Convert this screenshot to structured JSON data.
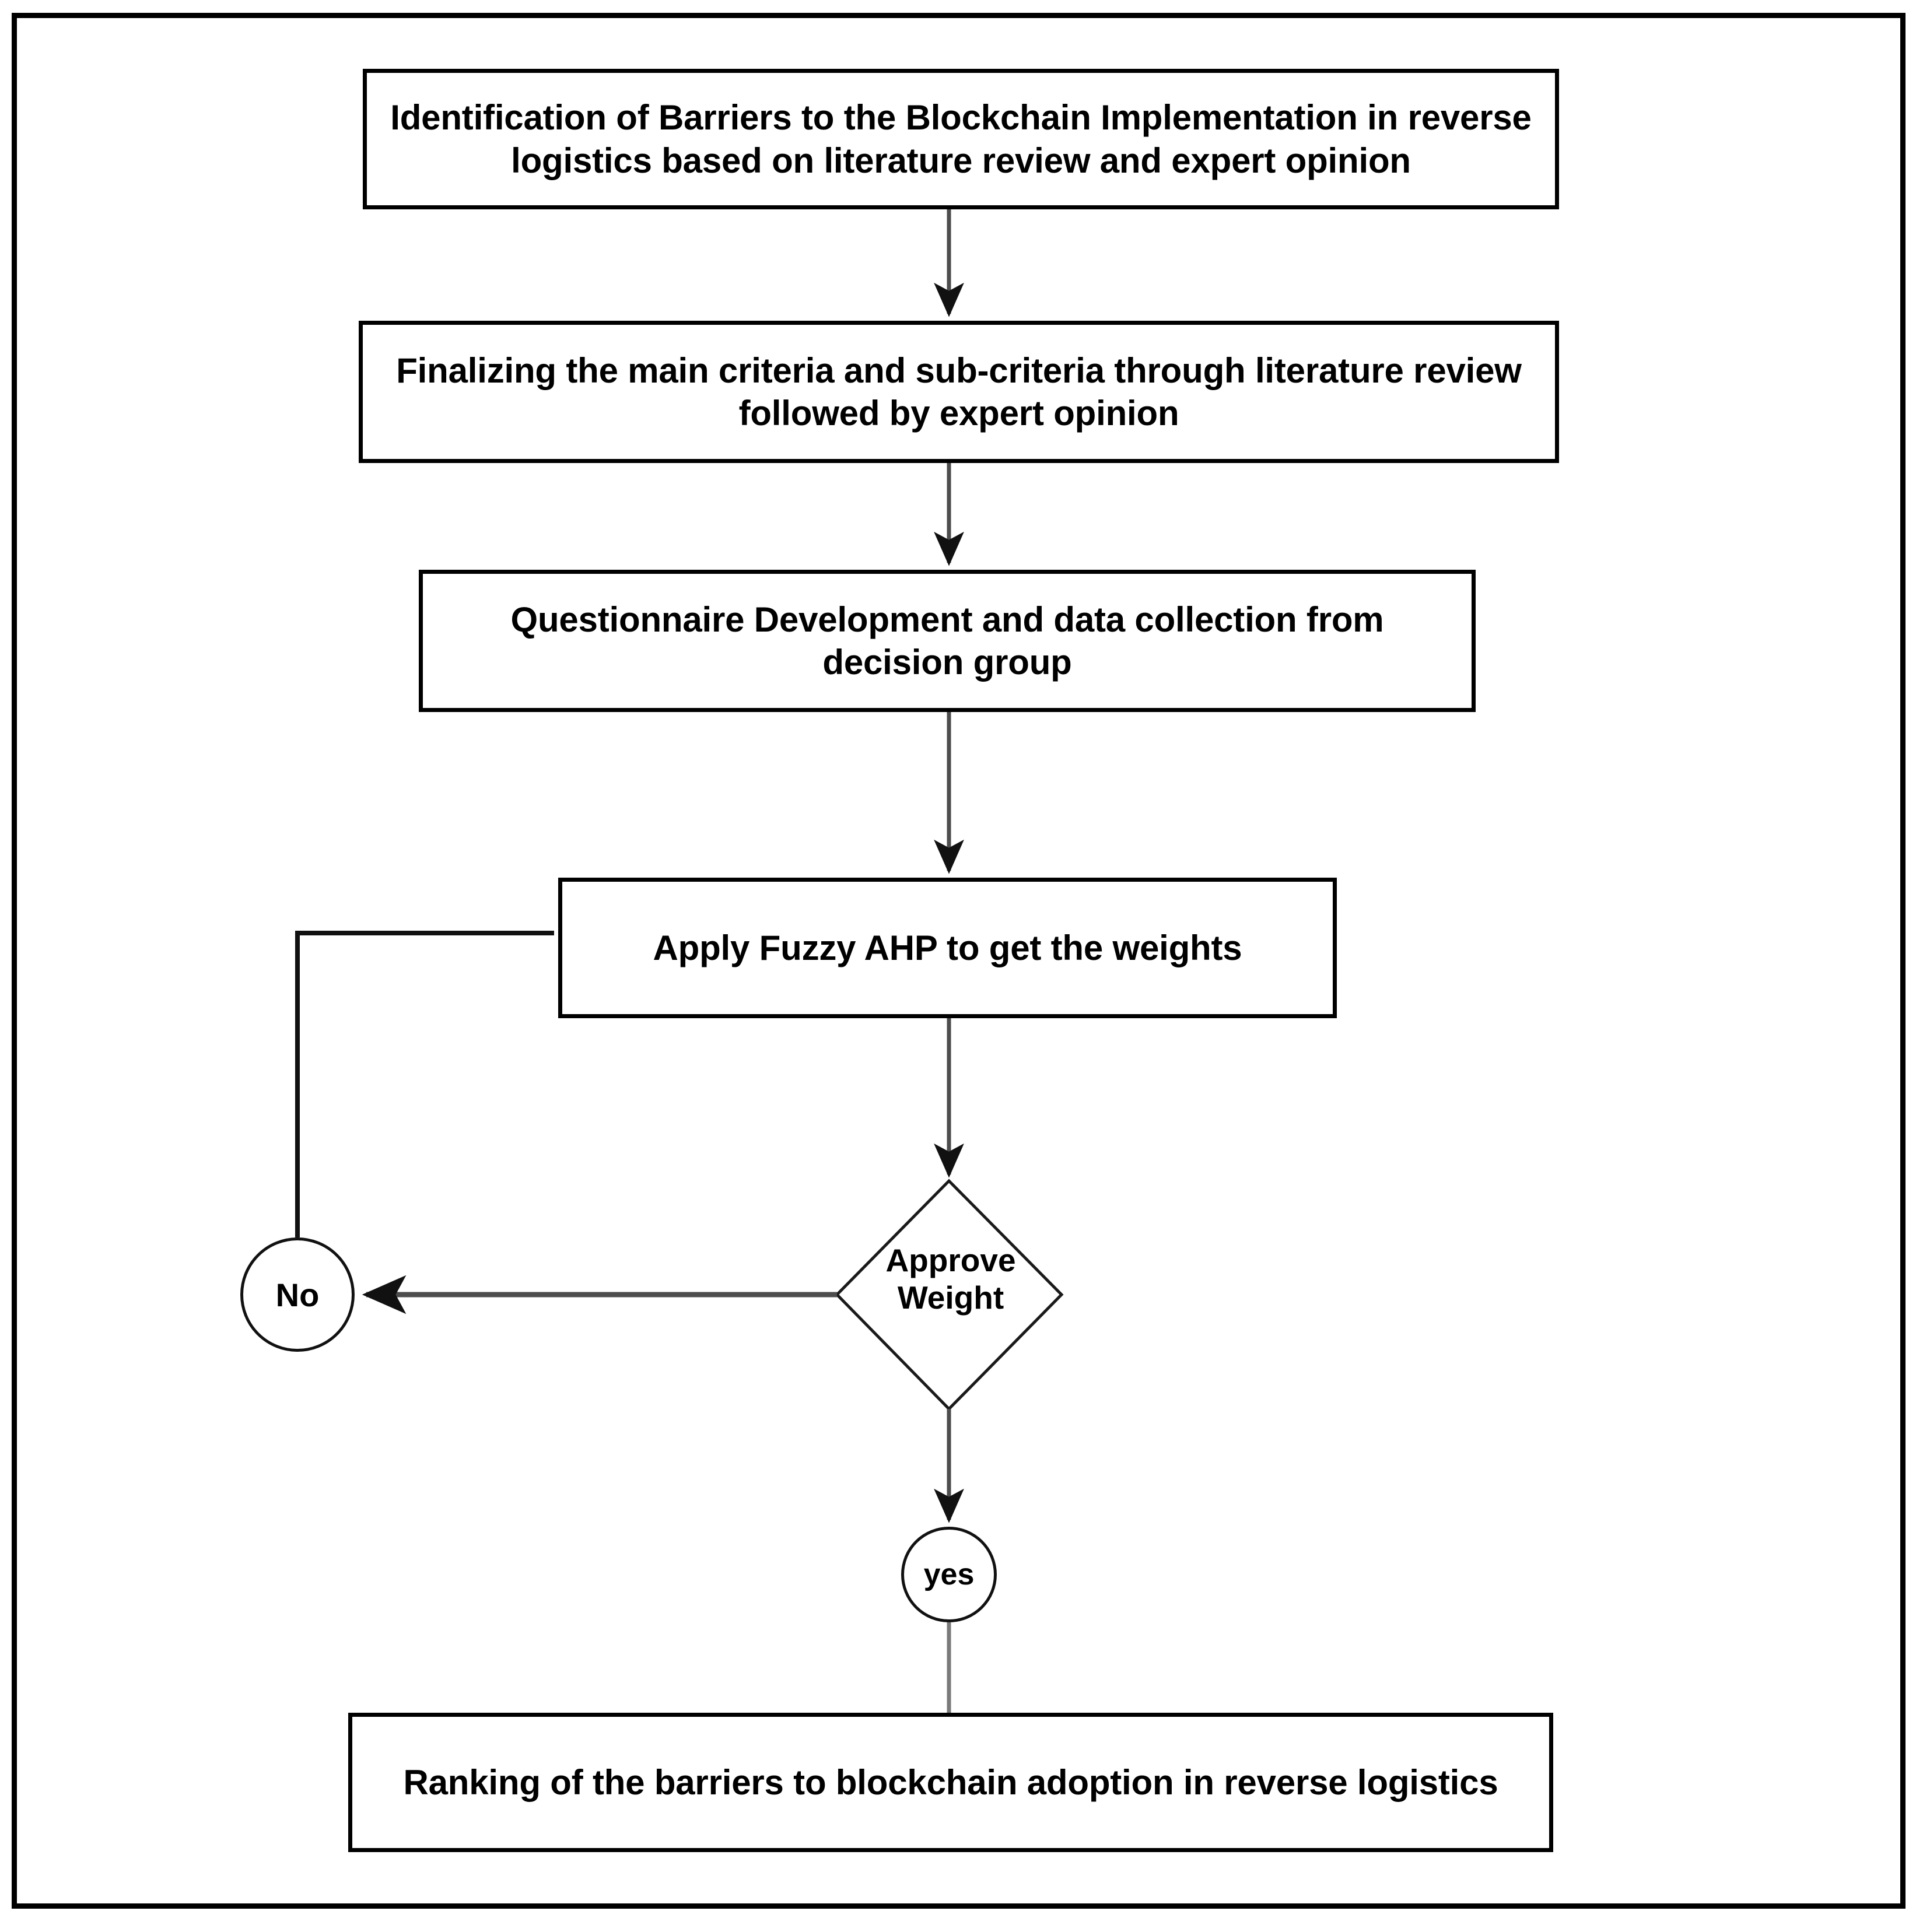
{
  "diagram": {
    "type": "flowchart",
    "title": "Research methodology flowchart for ranking barriers to blockchain implementation in reverse logistics",
    "orientation": "top-to-bottom",
    "nodes": [
      {
        "id": "identification",
        "shape": "rectangle",
        "label": "Identification of Barriers to the Blockchain Implementation in reverse logistics based on literature review and expert opinion"
      },
      {
        "id": "finalizing",
        "shape": "rectangle",
        "label": "Finalizing the main criteria and  sub-criteria through literature review followed by expert opinion"
      },
      {
        "id": "questionnaire",
        "shape": "rectangle",
        "label": "Questionnaire Development and data collection from decision group"
      },
      {
        "id": "fuzzy_ahp",
        "shape": "rectangle",
        "label": "Apply Fuzzy AHP to get the weights"
      },
      {
        "id": "approve_weight",
        "shape": "diamond",
        "label": "Approve\nWeight"
      },
      {
        "id": "no",
        "shape": "circle",
        "label": "No"
      },
      {
        "id": "yes",
        "shape": "circle",
        "label": "yes"
      },
      {
        "id": "ranking",
        "shape": "rectangle",
        "label": "Ranking of the barriers to blockchain adoption in reverse logistics"
      }
    ],
    "edges": [
      {
        "from": "identification",
        "to": "finalizing",
        "label": "",
        "arrow": "down"
      },
      {
        "from": "finalizing",
        "to": "questionnaire",
        "label": "",
        "arrow": "down"
      },
      {
        "from": "questionnaire",
        "to": "fuzzy_ahp",
        "label": "",
        "arrow": "down"
      },
      {
        "from": "fuzzy_ahp",
        "to": "approve_weight",
        "label": "",
        "arrow": "down"
      },
      {
        "from": "approve_weight",
        "to": "no",
        "label": "",
        "arrow": "left"
      },
      {
        "from": "no",
        "to": "fuzzy_ahp",
        "label": "",
        "arrow": "loop-back-up-left"
      },
      {
        "from": "approve_weight",
        "to": "yes",
        "label": "",
        "arrow": "down"
      },
      {
        "from": "yes",
        "to": "ranking",
        "label": "",
        "arrow": "down"
      }
    ],
    "colors": {
      "stroke": "#000000",
      "fill": "#ffffff",
      "text": "#000000",
      "border_frame": "#000000"
    }
  }
}
